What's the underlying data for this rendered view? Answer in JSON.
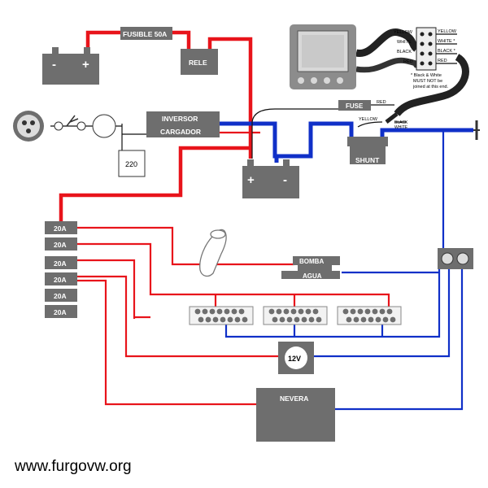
{
  "labels": {
    "fuse50": "FUSIBLE 50A",
    "relay": "RELE",
    "inverter_line1": "INVERSOR",
    "inverter_line2": "CARGADOR",
    "grid_voltage": "220",
    "fuse": "FUSE",
    "shunt": "SHUNT",
    "pump_line1": "BOMBA",
    "pump_line2": "AGUA",
    "socket_12v": "12V",
    "fridge": "NEVERA",
    "plus": "+",
    "minus": "-",
    "watermark": "www.furgovw.org"
  },
  "fuse_block": [
    "20A",
    "20A",
    "20A",
    "20A",
    "20A",
    "20A"
  ],
  "monitor_wires": {
    "left": [
      "YELLOW",
      "WHITE",
      "BLACK",
      "RED"
    ],
    "right": [
      "YELLOW",
      "WHITE *",
      "BLACK *",
      "RED"
    ],
    "note_line1": "* Black & White",
    "note_line2": "MUST NOT be",
    "note_line3": "joined at this end.",
    "fuse_wire": "RED",
    "shunt_wire": "YELLOW",
    "shunt_black": "BLACK",
    "shunt_white": "WHITE"
  },
  "colors": {
    "positive": "#e8141b",
    "negative": "#1030c8",
    "component": "#6e6e6e"
  }
}
